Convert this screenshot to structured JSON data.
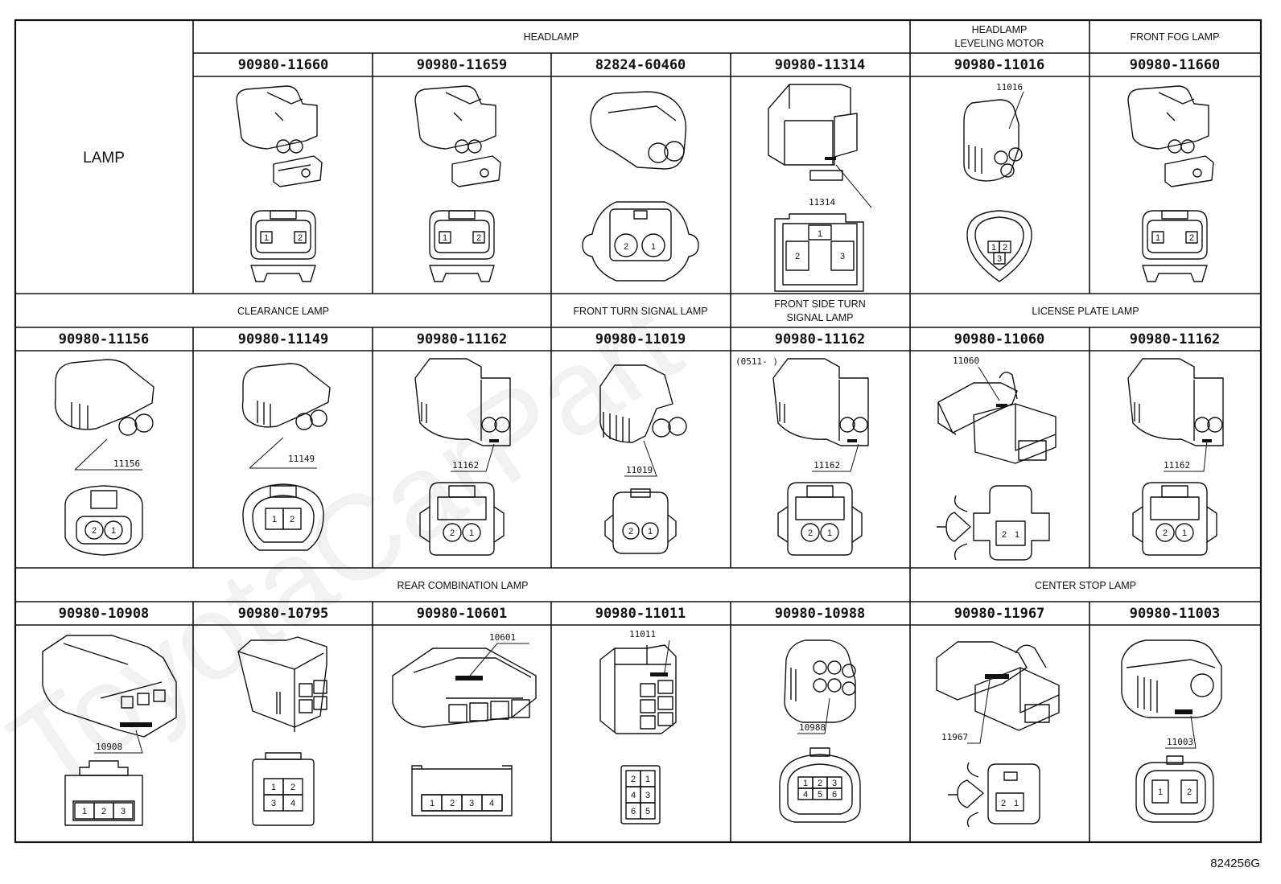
{
  "title": "LAMP",
  "figure_id": "824256G",
  "watermark": "ToyotaCarPart",
  "sections": [
    {
      "id": "headlamp",
      "lines": [
        "HEADLAMP"
      ]
    },
    {
      "id": "leveling",
      "lines": [
        "HEADLAMP",
        "LEVELING MOTOR"
      ]
    },
    {
      "id": "fog",
      "lines": [
        "FRONT FOG LAMP"
      ]
    },
    {
      "id": "clearance",
      "lines": [
        "CLEARANCE LAMP"
      ]
    },
    {
      "id": "front-turn",
      "lines": [
        "FRONT TURN SIGNAL LAMP"
      ]
    },
    {
      "id": "side-turn",
      "lines": [
        "FRONT SIDE TURN",
        "SIGNAL LAMP"
      ]
    },
    {
      "id": "license",
      "lines": [
        "LICENSE PLATE LAMP"
      ]
    },
    {
      "id": "rear",
      "lines": [
        "REAR COMBINATION LAMP"
      ]
    },
    {
      "id": "center",
      "lines": [
        "CENTER STOP LAMP"
      ]
    }
  ],
  "rows": [
    {
      "parts": [
        null,
        "90980-11660",
        "90980-11659",
        "82824-60460",
        "90980-11314",
        "90980-11016",
        "90980-11660"
      ],
      "tags": [
        null,
        null,
        null,
        null,
        "11314",
        "11016",
        null
      ],
      "pins": [
        null,
        [
          "1",
          "2"
        ],
        [
          "1",
          "2"
        ],
        [
          "2",
          "1"
        ],
        [
          "1",
          "2",
          "3"
        ],
        [
          "1",
          "2",
          "3"
        ],
        [
          "1",
          "2"
        ]
      ]
    },
    {
      "parts": [
        "90980-11156",
        "90980-11149",
        "90980-11162",
        "90980-11019",
        "90980-11162",
        "90980-11060",
        "90980-11162"
      ],
      "tags": [
        "11156",
        "11149",
        "11162",
        "11019",
        "11162",
        "11060",
        "11162"
      ],
      "pins": [
        [
          "2",
          "1"
        ],
        [
          "1",
          "2"
        ],
        [
          "2",
          "1"
        ],
        [
          "2",
          "1"
        ],
        [
          "2",
          "1"
        ],
        [
          "2",
          "1"
        ],
        [
          "2",
          "1"
        ]
      ],
      "note": "(0511-     )"
    },
    {
      "parts": [
        "90980-10908",
        "90980-10795",
        "90980-10601",
        "90980-11011",
        "90980-10988",
        "90980-11967",
        "90980-11003"
      ],
      "tags": [
        "10908",
        null,
        "10601",
        "11011",
        "10988",
        "11967",
        "11003"
      ],
      "pins": [
        [
          "1",
          "2",
          "3"
        ],
        [
          "1",
          "2",
          "3",
          "4"
        ],
        [
          "1",
          "2",
          "3",
          "4"
        ],
        [
          "2",
          "1",
          "4",
          "3",
          "6",
          "5"
        ],
        [
          "1",
          "2",
          "3",
          "4",
          "5",
          "6"
        ],
        [
          "2",
          "1"
        ],
        [
          "1",
          "2"
        ]
      ]
    }
  ]
}
